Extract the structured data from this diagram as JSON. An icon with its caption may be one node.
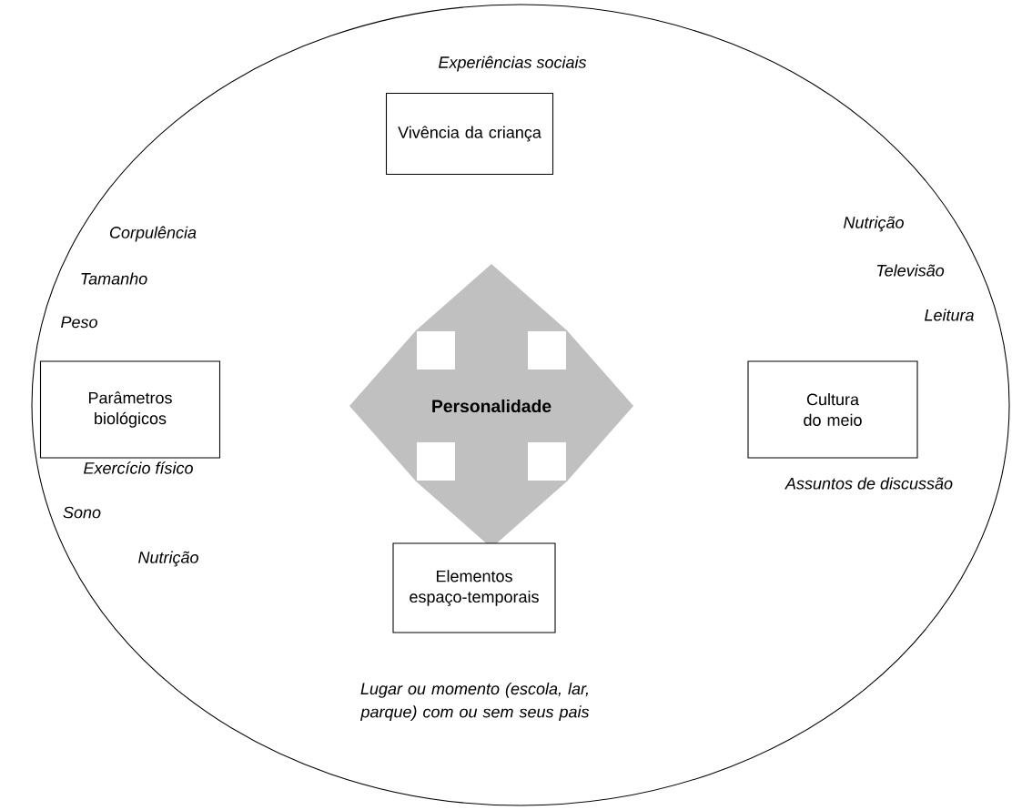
{
  "diagram": {
    "nodes": [
      {
        "text": [],
        "shape": "ellipse"
      },
      {
        "text": [
          "Vivência da criança"
        ],
        "in": 0,
        "beside": [
          "Experiências sociais"
        ]
      },
      {
        "text": [
          "Parâmetros biológicos"
        ],
        "in": 0,
        "beside": [
          "Corpulência",
          "Tamanho",
          "Peso",
          "Exercício físico",
          "Sono",
          "Nutrição"
        ]
      },
      {
        "text": [
          "Personalidade"
        ],
        "in": 0
      },
      {
        "text": [
          "Cultura do meio"
        ],
        "in": 0,
        "beside": [
          "Nutrição",
          "Televisão",
          "Leitura",
          "Assuntos de discussão"
        ]
      },
      {
        "text": [
          "Elementos espaço-temporais"
        ],
        "in": 0,
        "beside": [
          "Lugar ou momento (escola, lar, parque) com ou sem seus pais"
        ]
      }
    ]
  }
}
